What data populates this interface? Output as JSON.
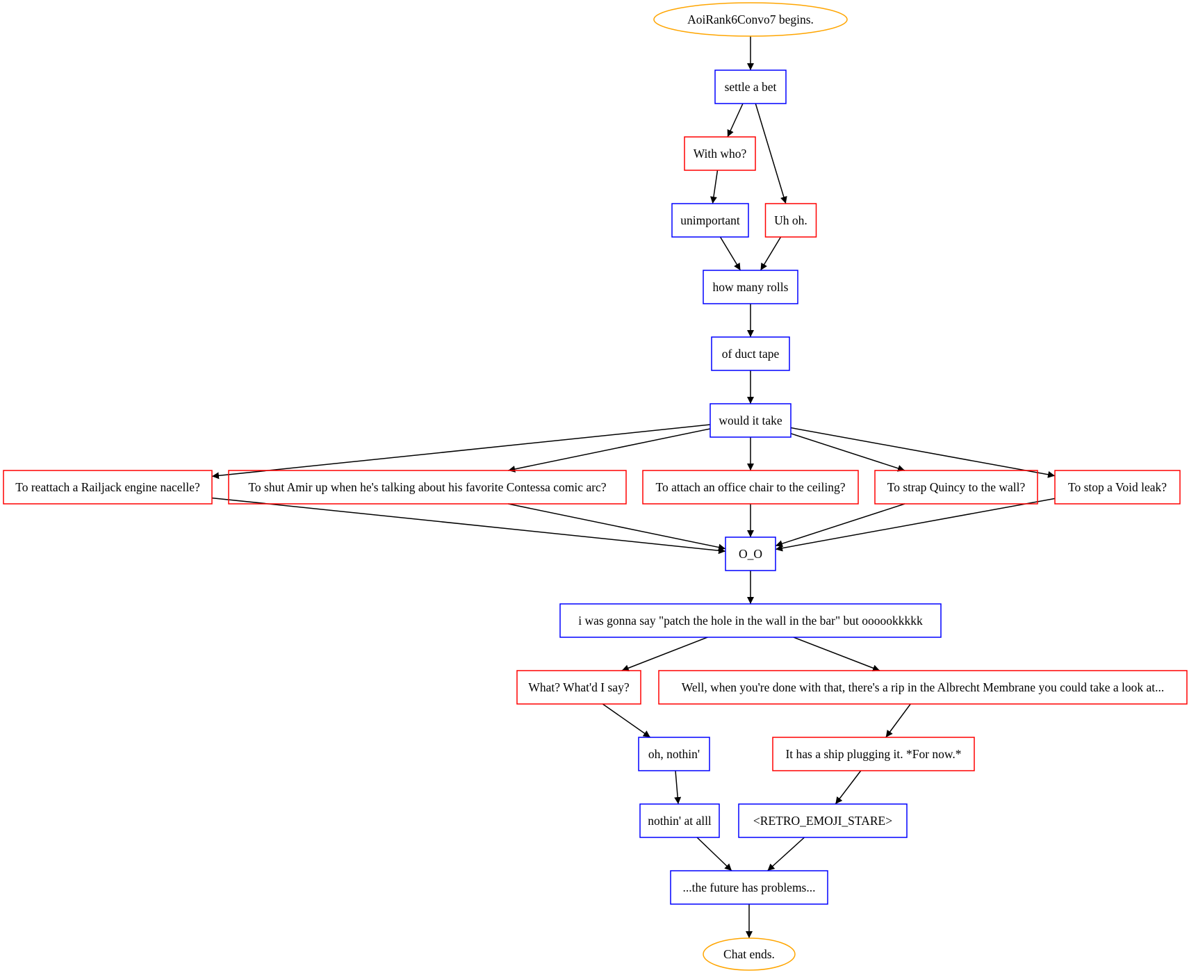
{
  "diagram": {
    "colors": {
      "terminal": "#ffa500",
      "player": "#0000ff",
      "npc": "#ff0000",
      "edge": "#000000",
      "background": "#ffffff"
    },
    "nodes": {
      "start": {
        "label": "AoiRank6Convo7 begins.",
        "kind": "terminal"
      },
      "settle": {
        "label": "settle a bet",
        "kind": "player"
      },
      "withwho": {
        "label": "With who?",
        "kind": "npc"
      },
      "unimportant": {
        "label": "unimportant",
        "kind": "player"
      },
      "uhoh": {
        "label": "Uh oh.",
        "kind": "npc"
      },
      "howmany": {
        "label": "how many rolls",
        "kind": "player"
      },
      "ducttape": {
        "label": "of duct tape",
        "kind": "player"
      },
      "wouldit": {
        "label": "would it take",
        "kind": "player"
      },
      "railjack": {
        "label": "To reattach a Railjack engine nacelle?",
        "kind": "npc"
      },
      "amir": {
        "label": "To shut Amir up when he's talking about his favorite Contessa comic arc?",
        "kind": "npc"
      },
      "officechair": {
        "label": "To attach an office chair to the ceiling?",
        "kind": "npc"
      },
      "quincy": {
        "label": "To strap Quincy to the wall?",
        "kind": "npc"
      },
      "voidleak": {
        "label": "To stop a Void leak?",
        "kind": "npc"
      },
      "oo": {
        "label": "O_O",
        "kind": "player"
      },
      "patch": {
        "label": "i was gonna say \"patch the hole in the wall in the bar\" but oooookkkkk",
        "kind": "player"
      },
      "whatsay": {
        "label": "What? What'd I say?",
        "kind": "npc"
      },
      "albrecht": {
        "label": "Well, when you're done with that, there's a rip in the Albrecht Membrane you could take a look at...",
        "kind": "npc"
      },
      "nothin": {
        "label": "oh, nothin'",
        "kind": "player"
      },
      "shipplug": {
        "label": "It has a ship plugging it. *For now.*",
        "kind": "npc"
      },
      "nothinall": {
        "label": "nothin' at alll",
        "kind": "player"
      },
      "retro": {
        "label": "<RETRO_EMOJI_STARE>",
        "kind": "player"
      },
      "future": {
        "label": "...the future has problems...",
        "kind": "player"
      },
      "end": {
        "label": "Chat ends.",
        "kind": "terminal"
      }
    },
    "edges": [
      {
        "from": "start",
        "to": "settle"
      },
      {
        "from": "settle",
        "to": "withwho"
      },
      {
        "from": "settle",
        "to": "uhoh"
      },
      {
        "from": "withwho",
        "to": "unimportant"
      },
      {
        "from": "unimportant",
        "to": "howmany"
      },
      {
        "from": "uhoh",
        "to": "howmany"
      },
      {
        "from": "howmany",
        "to": "ducttape"
      },
      {
        "from": "ducttape",
        "to": "wouldit"
      },
      {
        "from": "wouldit",
        "to": "railjack"
      },
      {
        "from": "wouldit",
        "to": "amir"
      },
      {
        "from": "wouldit",
        "to": "officechair"
      },
      {
        "from": "wouldit",
        "to": "quincy"
      },
      {
        "from": "wouldit",
        "to": "voidleak"
      },
      {
        "from": "railjack",
        "to": "oo"
      },
      {
        "from": "amir",
        "to": "oo"
      },
      {
        "from": "officechair",
        "to": "oo"
      },
      {
        "from": "quincy",
        "to": "oo"
      },
      {
        "from": "voidleak",
        "to": "oo"
      },
      {
        "from": "oo",
        "to": "patch"
      },
      {
        "from": "patch",
        "to": "whatsay"
      },
      {
        "from": "patch",
        "to": "albrecht"
      },
      {
        "from": "whatsay",
        "to": "nothin"
      },
      {
        "from": "albrecht",
        "to": "shipplug"
      },
      {
        "from": "nothin",
        "to": "nothinall"
      },
      {
        "from": "shipplug",
        "to": "retro"
      },
      {
        "from": "nothinall",
        "to": "future"
      },
      {
        "from": "retro",
        "to": "future"
      },
      {
        "from": "future",
        "to": "end"
      }
    ]
  }
}
